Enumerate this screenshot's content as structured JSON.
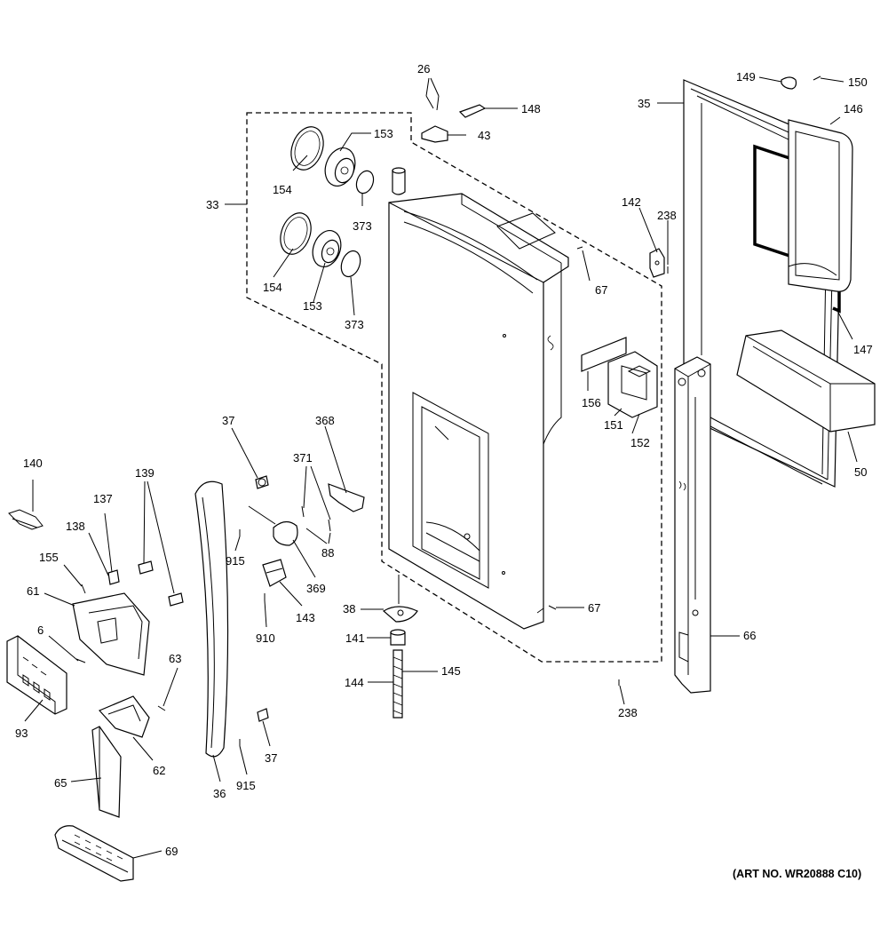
{
  "art_number": "(ART NO. WR20888 C10)",
  "labels": {
    "l26": "26",
    "l148": "148",
    "l43": "43",
    "l149": "149",
    "l150": "150",
    "l35": "35",
    "l146": "146",
    "l33": "33",
    "l153a": "153",
    "l154a": "154",
    "l373a": "373",
    "l154b": "154",
    "l153b": "153",
    "l373b": "373",
    "l142": "142",
    "l238a": "238",
    "l67a": "67",
    "l147": "147",
    "l156": "156",
    "l151": "151",
    "l152": "152",
    "l50": "50",
    "l37a": "37",
    "l368": "368",
    "l371": "371",
    "l88": "88",
    "l369": "369",
    "l140": "140",
    "l139": "139",
    "l137": "137",
    "l138": "138",
    "l155": "155",
    "l61": "61",
    "l6": "6",
    "l93": "93",
    "l63": "63",
    "l62": "62",
    "l65": "65",
    "l69": "69",
    "l36": "36",
    "l915a": "915",
    "l910": "910",
    "l143": "143",
    "l37b": "37",
    "l915b": "915",
    "l38": "38",
    "l141": "141",
    "l144": "144",
    "l145": "145",
    "l67b": "67",
    "l66": "66",
    "l238b": "238"
  }
}
